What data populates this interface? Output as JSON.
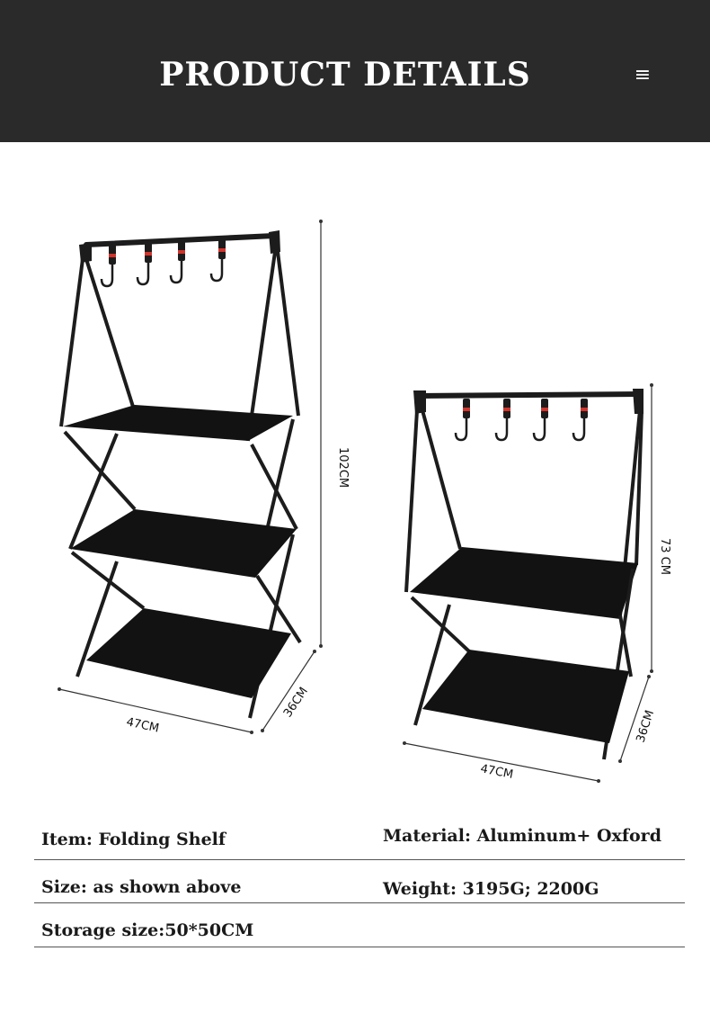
{
  "header": {
    "title": "PRODUCT DETAILS",
    "menu_icon": "hamburger-menu-icon"
  },
  "figure": {
    "large_shelf": {
      "height_label": "102CM",
      "width_label": "47CM",
      "depth_label": "36CM"
    },
    "small_shelf": {
      "height_label": "73 CM",
      "width_label": "47CM",
      "depth_label": "36CM"
    },
    "colors": {
      "frame": "#1c1c1c",
      "shelf_fabric": "#121212",
      "hook_band": "#d0342c"
    }
  },
  "specs": {
    "item": "Item: Folding Shelf",
    "material": "Material: Aluminum+ Oxford",
    "size": "Size: as shown above",
    "weight": "Weight: 3195G; 2200G",
    "storage": "Storage size:50*50CM"
  }
}
